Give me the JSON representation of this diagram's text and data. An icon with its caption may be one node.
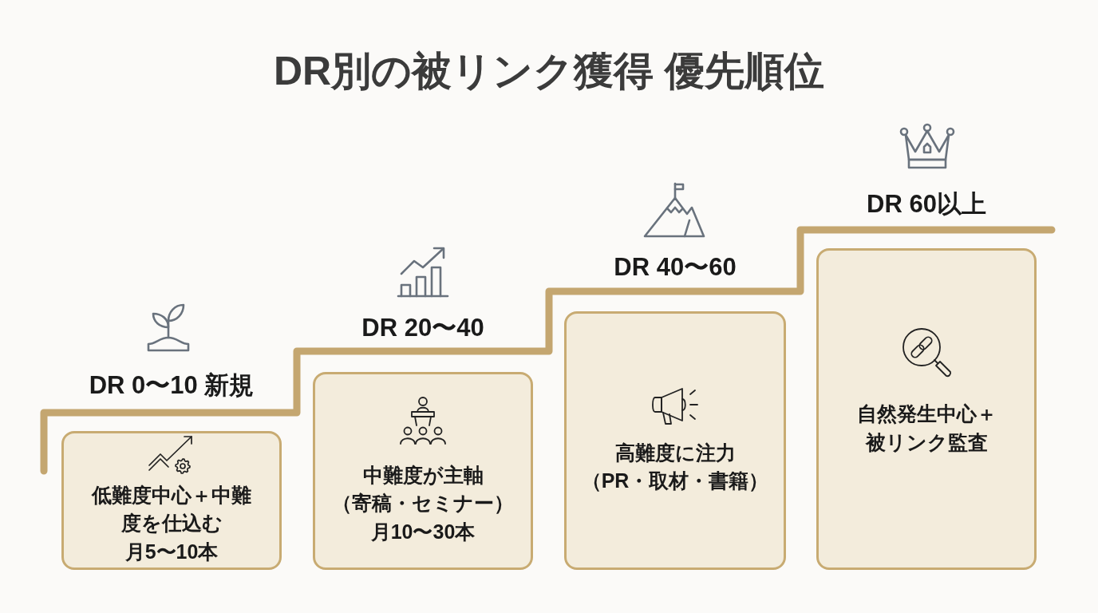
{
  "diagram": {
    "title": "DR別の被リンク獲得 優先順位",
    "nodes": [
      {
        "text": [
          "DR 0〜10 新規",
          "低難度中心＋中難度を仕込む",
          "月5〜10本"
        ]
      },
      {
        "text": [
          "DR 20〜40",
          "中難度が主軸",
          "（寄稿・セミナー）",
          "月10〜30本"
        ]
      },
      {
        "text": [
          "DR 40〜60",
          "高難度に注力",
          "（PR・取材・書籍）"
        ]
      },
      {
        "text": [
          "DR 60以上",
          "自然発生中心＋被リンク監査"
        ]
      }
    ]
  }
}
